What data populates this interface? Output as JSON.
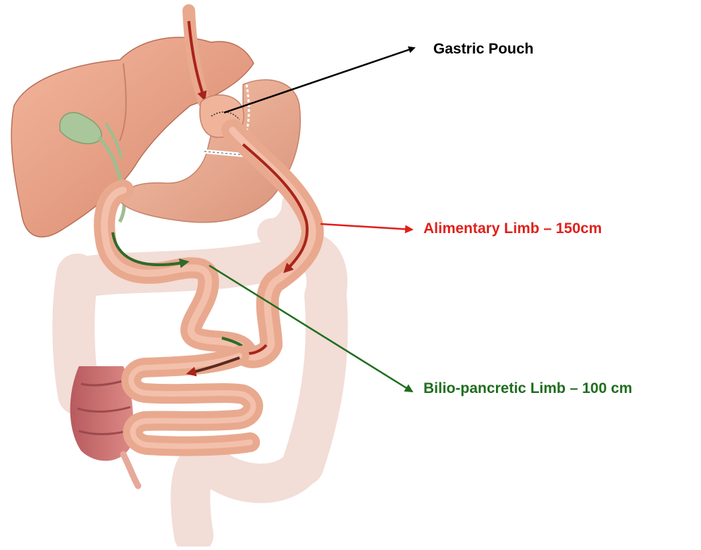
{
  "labels": {
    "gastric_pouch": "Gastric Pouch",
    "alimentary_limb": "Alimentary Limb – 150cm",
    "biliopancreatic_limb": "Bilio-pancretic Limb – 100 cm"
  },
  "colors": {
    "gastric_pouch": "#000000",
    "alimentary_limb": "#e0201b",
    "biliopancreatic_limb": "#1e6e1e",
    "organ_pink": "#e9a98f",
    "organ_shadow": "#c9806a",
    "colon": "#f2dcd5",
    "gallbladder": "#a9c79a",
    "cecum": "#c8676a"
  }
}
